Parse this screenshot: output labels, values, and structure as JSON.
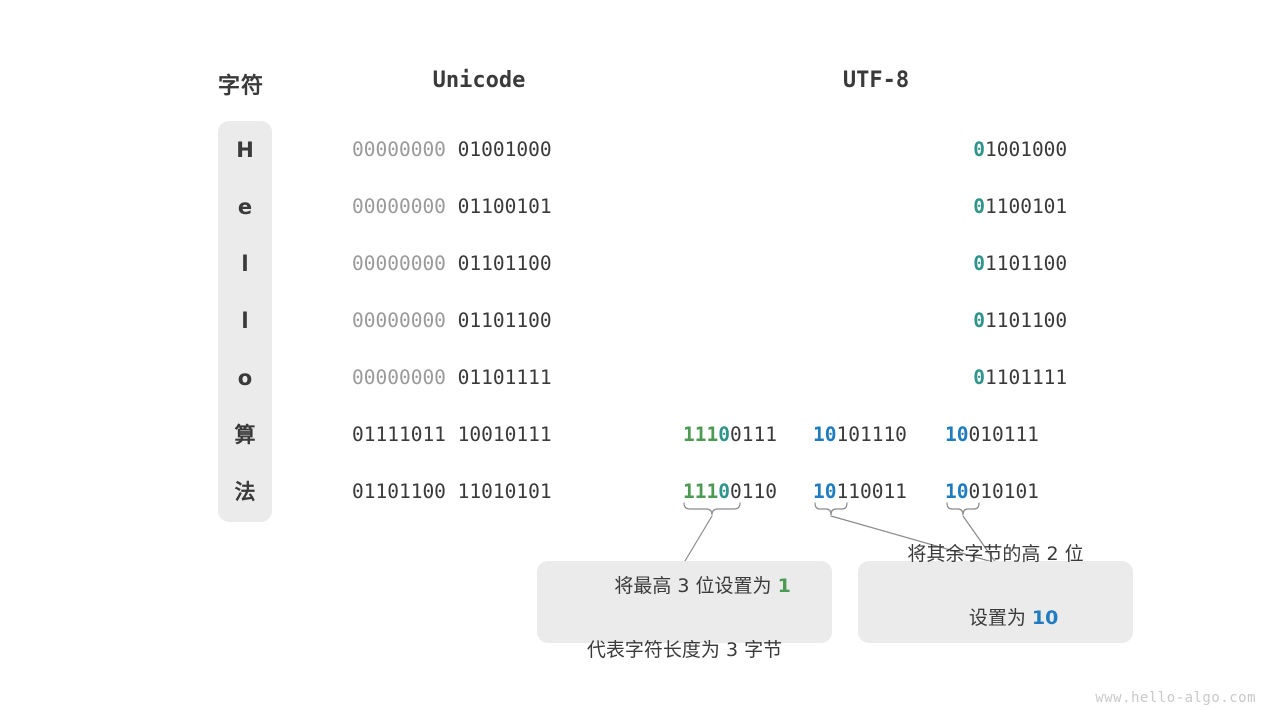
{
  "headers": {
    "char": "字符",
    "unicode": "Unicode",
    "utf8": "UTF-8"
  },
  "colors": {
    "green": "#4d9a52",
    "teal": "#2f948b",
    "blue": "#1f7cc0",
    "text": "#3a3a3a",
    "dim": "#9a9a9a",
    "panel": "#ebebeb",
    "background": "#ffffff",
    "watermark": "#c9c9c9"
  },
  "rows": [
    {
      "char": "H",
      "unicode_high": "00000000",
      "unicode_low": "01001000",
      "utf8_bytes": [
        {
          "prefix": "0",
          "prefix_color": "teal",
          "rest": "1001000"
        }
      ]
    },
    {
      "char": "e",
      "unicode_high": "00000000",
      "unicode_low": "01100101",
      "utf8_bytes": [
        {
          "prefix": "0",
          "prefix_color": "teal",
          "rest": "1100101"
        }
      ]
    },
    {
      "char": "l",
      "unicode_high": "00000000",
      "unicode_low": "01101100",
      "utf8_bytes": [
        {
          "prefix": "0",
          "prefix_color": "teal",
          "rest": "1101100"
        }
      ]
    },
    {
      "char": "l",
      "unicode_high": "00000000",
      "unicode_low": "01101100",
      "utf8_bytes": [
        {
          "prefix": "0",
          "prefix_color": "teal",
          "rest": "1101100"
        }
      ]
    },
    {
      "char": "o",
      "unicode_high": "00000000",
      "unicode_low": "01101111",
      "utf8_bytes": [
        {
          "prefix": "0",
          "prefix_color": "teal",
          "rest": "1101111"
        }
      ]
    },
    {
      "char": "算",
      "unicode_high": "01111011",
      "unicode_low": "10010111",
      "utf8_bytes": [
        {
          "prefix": "111",
          "prefix_color": "green",
          "prefix2": "0",
          "prefix2_color": "teal",
          "rest": "0111"
        },
        {
          "prefix": "10",
          "prefix_color": "blue",
          "rest": "101110"
        },
        {
          "prefix": "10",
          "prefix_color": "blue",
          "rest": "010111"
        }
      ]
    },
    {
      "char": "法",
      "unicode_high": "01101100",
      "unicode_low": "11010101",
      "utf8_bytes": [
        {
          "prefix": "111",
          "prefix_color": "green",
          "prefix2": "0",
          "prefix2_color": "teal",
          "rest": "0110"
        },
        {
          "prefix": "10",
          "prefix_color": "blue",
          "rest": "110011"
        },
        {
          "prefix": "10",
          "prefix_color": "blue",
          "rest": "010101"
        }
      ]
    }
  ],
  "callouts": [
    {
      "line1_before": "将最高 3 位设置为 ",
      "line1_highlight": "1",
      "line1_highlight_color": "green",
      "line2": "代表字符长度为 3 字节"
    },
    {
      "line1": "将其余字节的高 2 位",
      "line2_before": "设置为 ",
      "line2_highlight": "10",
      "line2_highlight_color": "blue"
    }
  ],
  "watermark": "www.hello-algo.com"
}
